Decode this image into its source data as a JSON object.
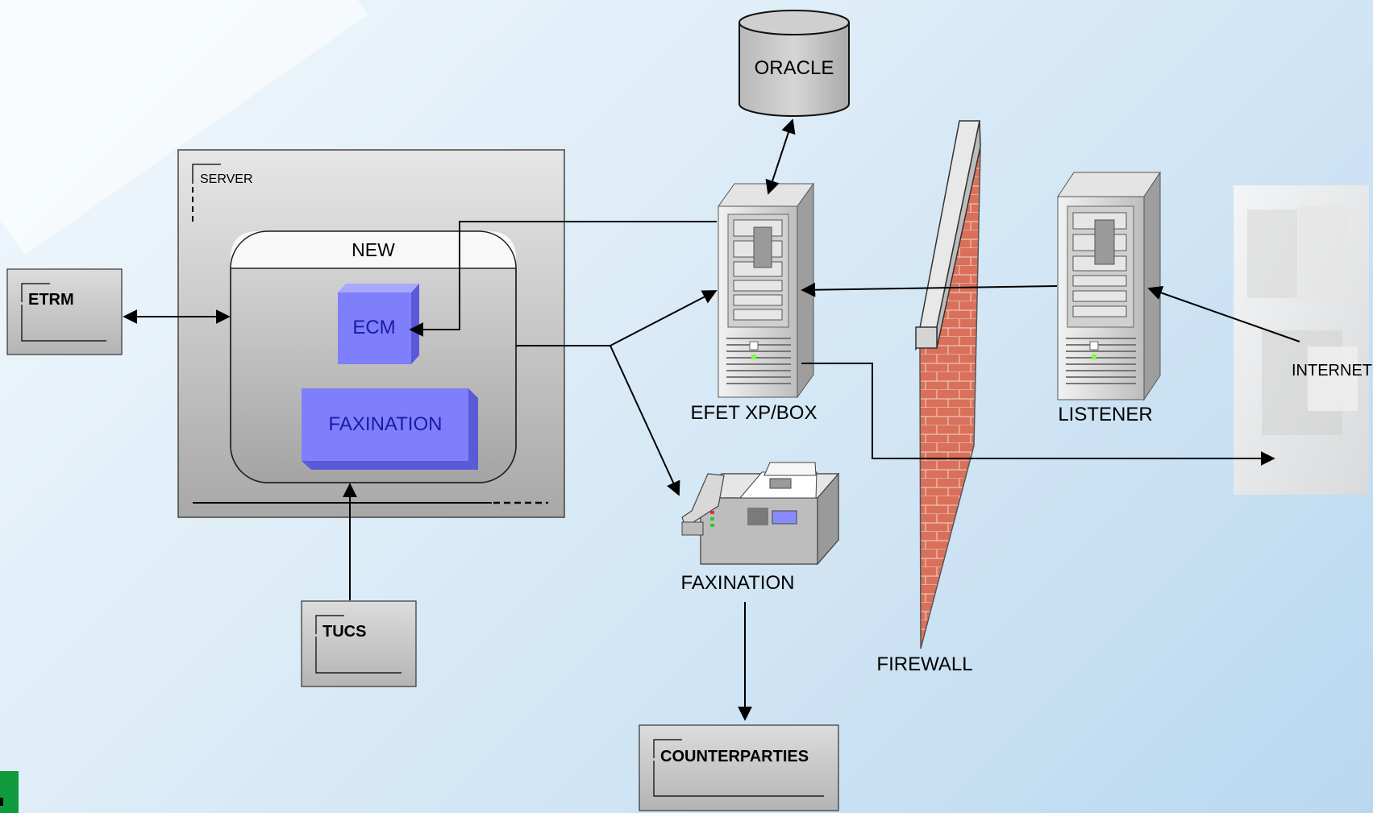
{
  "nodes": {
    "server": "SERVER",
    "new_group": "NEW",
    "ecm": "ECM",
    "faxination_module": "FAXINATION",
    "etrm": "ETRM",
    "tucs": "TUCS",
    "oracle": "ORACLE",
    "efet": "EFET XP/BOX",
    "listener": "LISTENER",
    "faxination_device": "FAXINATION",
    "firewall": "FIREWALL",
    "internet": "INTERNET",
    "counterparties": "COUNTERPARTIES"
  },
  "colors": {
    "module_fill": "#7f7ffc",
    "module_text": "#1a1aa8",
    "firewall_brick": "#d9705a",
    "box_gray": "#c4c4c4"
  },
  "icons": [
    "server-tower-icon",
    "database-cylinder-icon",
    "fax-machine-icon",
    "firewall-wall-icon"
  ]
}
